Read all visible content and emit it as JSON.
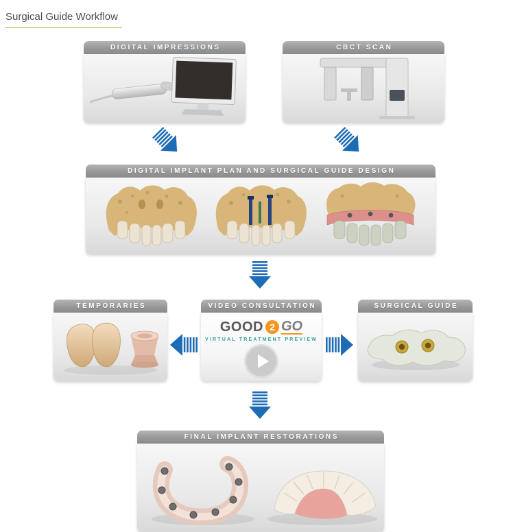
{
  "page": {
    "title": "Surgical Guide Workflow"
  },
  "colors": {
    "arrow_blue": "#1e6cb5",
    "header_gray": "#9a9a9a",
    "title_underline_gold": "#c9ad4f",
    "logo_orange": "#f7941e",
    "tagline_teal": "#2fa092"
  },
  "icons": {
    "workflow_arrow": "striped-arrow",
    "play_button": "play-triangle"
  },
  "workflow": {
    "digital_impressions": {
      "label": "DIGITAL IMPRESSIONS"
    },
    "cbct_scan": {
      "label": "CBCT SCAN"
    },
    "implant_plan": {
      "label": "DIGITAL IMPLANT PLAN AND SURGICAL GUIDE DESIGN"
    },
    "temporaries": {
      "label": "TEMPORARIES"
    },
    "video_consultation": {
      "label": "VIDEO CONSULTATION",
      "logo_good": "GOOD",
      "logo_2": "2",
      "logo_go": "GO",
      "tagline": "VIRTUAL TREATMENT PREVIEW"
    },
    "surgical_guide": {
      "label": "SURGICAL GUIDE"
    },
    "final_restorations": {
      "label": "FINAL IMPLANT RESTORATIONS"
    }
  }
}
